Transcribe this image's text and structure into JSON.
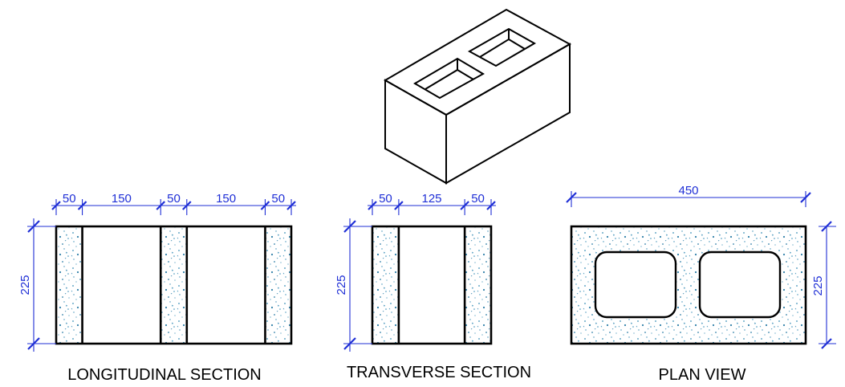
{
  "colors": {
    "outline": "#000000",
    "dimension": "#1f2fd6",
    "concrete_speckle": "#3a8fb8",
    "background": "#ffffff"
  },
  "isometric_block": {
    "icon": "hollow-concrete-block-isometric-icon"
  },
  "longitudinal_section": {
    "caption": "LONGITUDINAL SECTION",
    "segments": [
      {
        "label": "50",
        "value": 50,
        "solid": true
      },
      {
        "label": "150",
        "value": 150,
        "solid": false
      },
      {
        "label": "50",
        "value": 50,
        "solid": true
      },
      {
        "label": "150",
        "value": 150,
        "solid": false
      },
      {
        "label": "50",
        "value": 50,
        "solid": true
      }
    ],
    "height_label": "225"
  },
  "transverse_section": {
    "caption": "TRANSVERSE SECTION",
    "segments": [
      {
        "label": "50",
        "value": 50,
        "solid": true
      },
      {
        "label": "125",
        "value": 125,
        "solid": false
      },
      {
        "label": "50",
        "value": 50,
        "solid": true
      }
    ],
    "height_label": "225"
  },
  "plan_view": {
    "caption": "PLAN VIEW",
    "width_label": "450",
    "height_label": "225"
  }
}
